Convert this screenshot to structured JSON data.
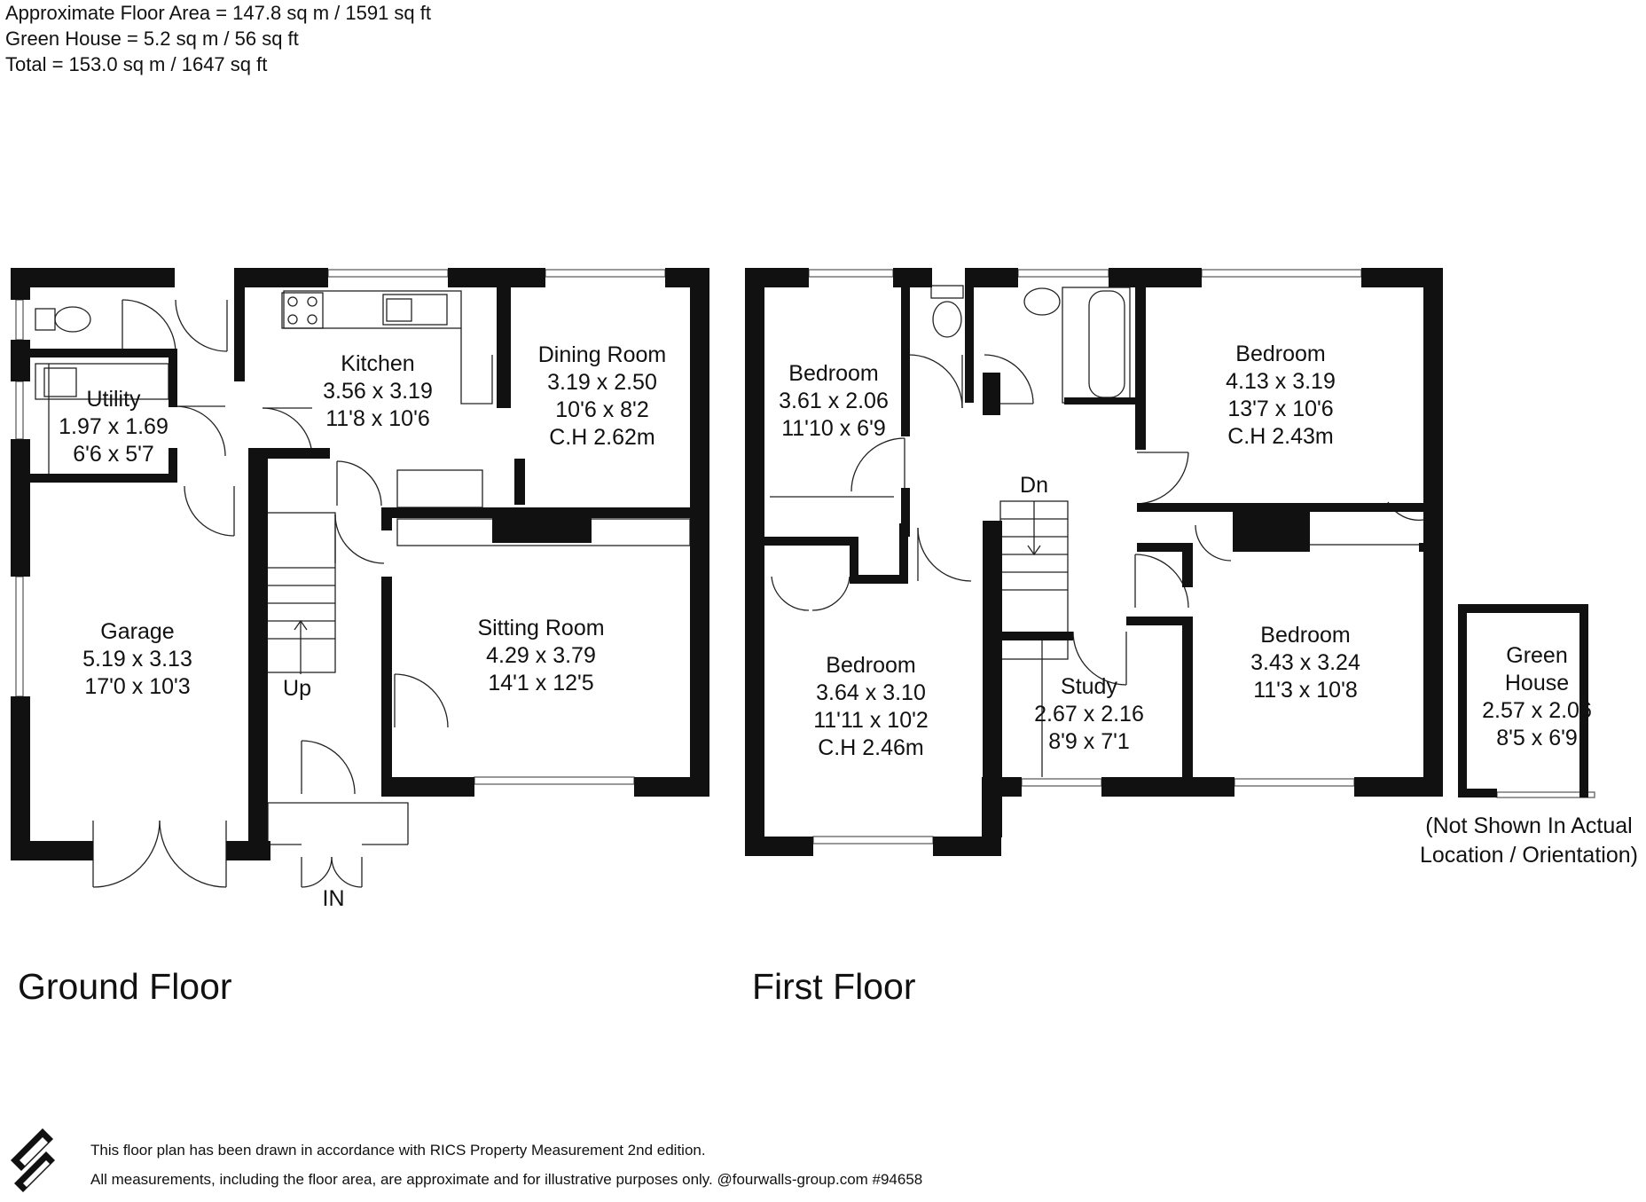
{
  "area_summary": {
    "line1": "Approximate Floor Area = 147.8 sq m / 1591 sq ft",
    "line2": "Green House = 5.2 sq m / 56 sq ft",
    "line3": "Total = 153.0 sq m / 1647 sq ft"
  },
  "ground_floor": {
    "title": "Ground Floor",
    "up_label": "Up",
    "in_label": "IN",
    "rooms": {
      "kitchen": {
        "name": "Kitchen",
        "metric": "3.56 x 3.19",
        "imperial": "11'8 x 10'6"
      },
      "dining": {
        "name": "Dining Room",
        "metric": "3.19 x 2.50",
        "imperial": "10'6 x 8'2",
        "ceiling": "C.H 2.62m"
      },
      "utility": {
        "name": "Utility",
        "metric": "1.97 x 1.69",
        "imperial": "6'6 x 5'7"
      },
      "garage": {
        "name": "Garage",
        "metric": "5.19 x 3.13",
        "imperial": "17'0 x 10'3"
      },
      "sitting": {
        "name": "Sitting Room",
        "metric": "4.29 x 3.79",
        "imperial": "14'1 x 12'5"
      }
    }
  },
  "first_floor": {
    "title": "First Floor",
    "dn_label": "Dn",
    "rooms": {
      "bedroom_small": {
        "name": "Bedroom",
        "metric": "3.61 x 2.06",
        "imperial": "11'10 x 6'9"
      },
      "bedroom_front_left": {
        "name": "Bedroom",
        "metric": "3.64 x 3.10",
        "imperial": "11'11 x 10'2",
        "ceiling": "C.H 2.46m"
      },
      "bedroom_main": {
        "name": "Bedroom",
        "metric": "4.13 x 3.19",
        "imperial": "13'7 x 10'6",
        "ceiling": "C.H 2.43m"
      },
      "bedroom_front_right": {
        "name": "Bedroom",
        "metric": "3.43 x 3.24",
        "imperial": "11'3 x 10'8"
      },
      "study": {
        "name": "Study",
        "metric": "2.67 x 2.16",
        "imperial": "8'9 x 7'1"
      }
    }
  },
  "green_house": {
    "name_line1": "Green",
    "name_line2": "House",
    "metric": "2.57 x 2.06",
    "imperial": "8'5 x 6'9",
    "note_line1": "(Not Shown In Actual",
    "note_line2": "Location / Orientation)"
  },
  "footer": {
    "line1": "This floor plan has been drawn in accordance with RICS Property Measurement 2nd edition.",
    "line2": "All measurements, including the floor area, are approximate and for illustrative purposes only. @fourwalls-group.com #94658"
  }
}
